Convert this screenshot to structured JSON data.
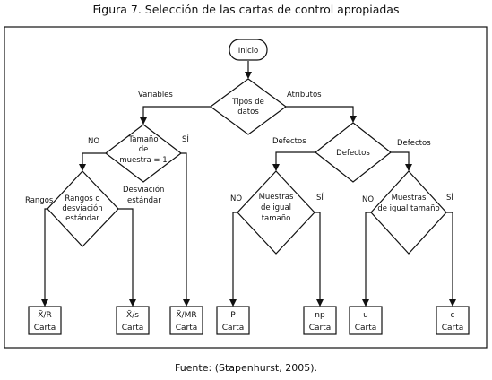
{
  "figure": {
    "title": "Figura 7. Selección de las cartas de control apropiadas",
    "source": "Fuente: (Stapenhurst, 2005)."
  },
  "nodes": {
    "start": "Inicio",
    "data_type": [
      "Tipos de",
      "datos"
    ],
    "sample_size": [
      "Tamaño",
      "de",
      "muestra = 1"
    ],
    "range_or_sd": [
      "Rangos o",
      "desviación",
      "estándar"
    ],
    "defects": "Defectos",
    "equal_size_left": [
      "Muestras",
      "de igual",
      "tamaño"
    ],
    "equal_size_right": [
      "Muestras",
      "de igual tamaño"
    ]
  },
  "edge_labels": {
    "variables": "Variables",
    "attributes": "Atributos",
    "no_sample": "NO",
    "yes_sample": "SÍ",
    "ranges": "Rangos",
    "std_dev": [
      "Desviación",
      "estándar"
    ],
    "defects_left": "Defectos",
    "defects_right": "Defectos",
    "no_left": "NO",
    "yes_left": "SÍ",
    "no_right": "NO",
    "yes_right": "SÍ"
  },
  "charts": [
    {
      "top": "X̄/R",
      "bottom": "Carta"
    },
    {
      "top": "X̄/s",
      "bottom": "Carta"
    },
    {
      "top": "X̄/MR",
      "bottom": "Carta"
    },
    {
      "top": "P",
      "bottom": "Carta"
    },
    {
      "top": "np",
      "bottom": "Carta"
    },
    {
      "top": "u",
      "bottom": "Carta"
    },
    {
      "top": "c",
      "bottom": "Carta"
    }
  ]
}
